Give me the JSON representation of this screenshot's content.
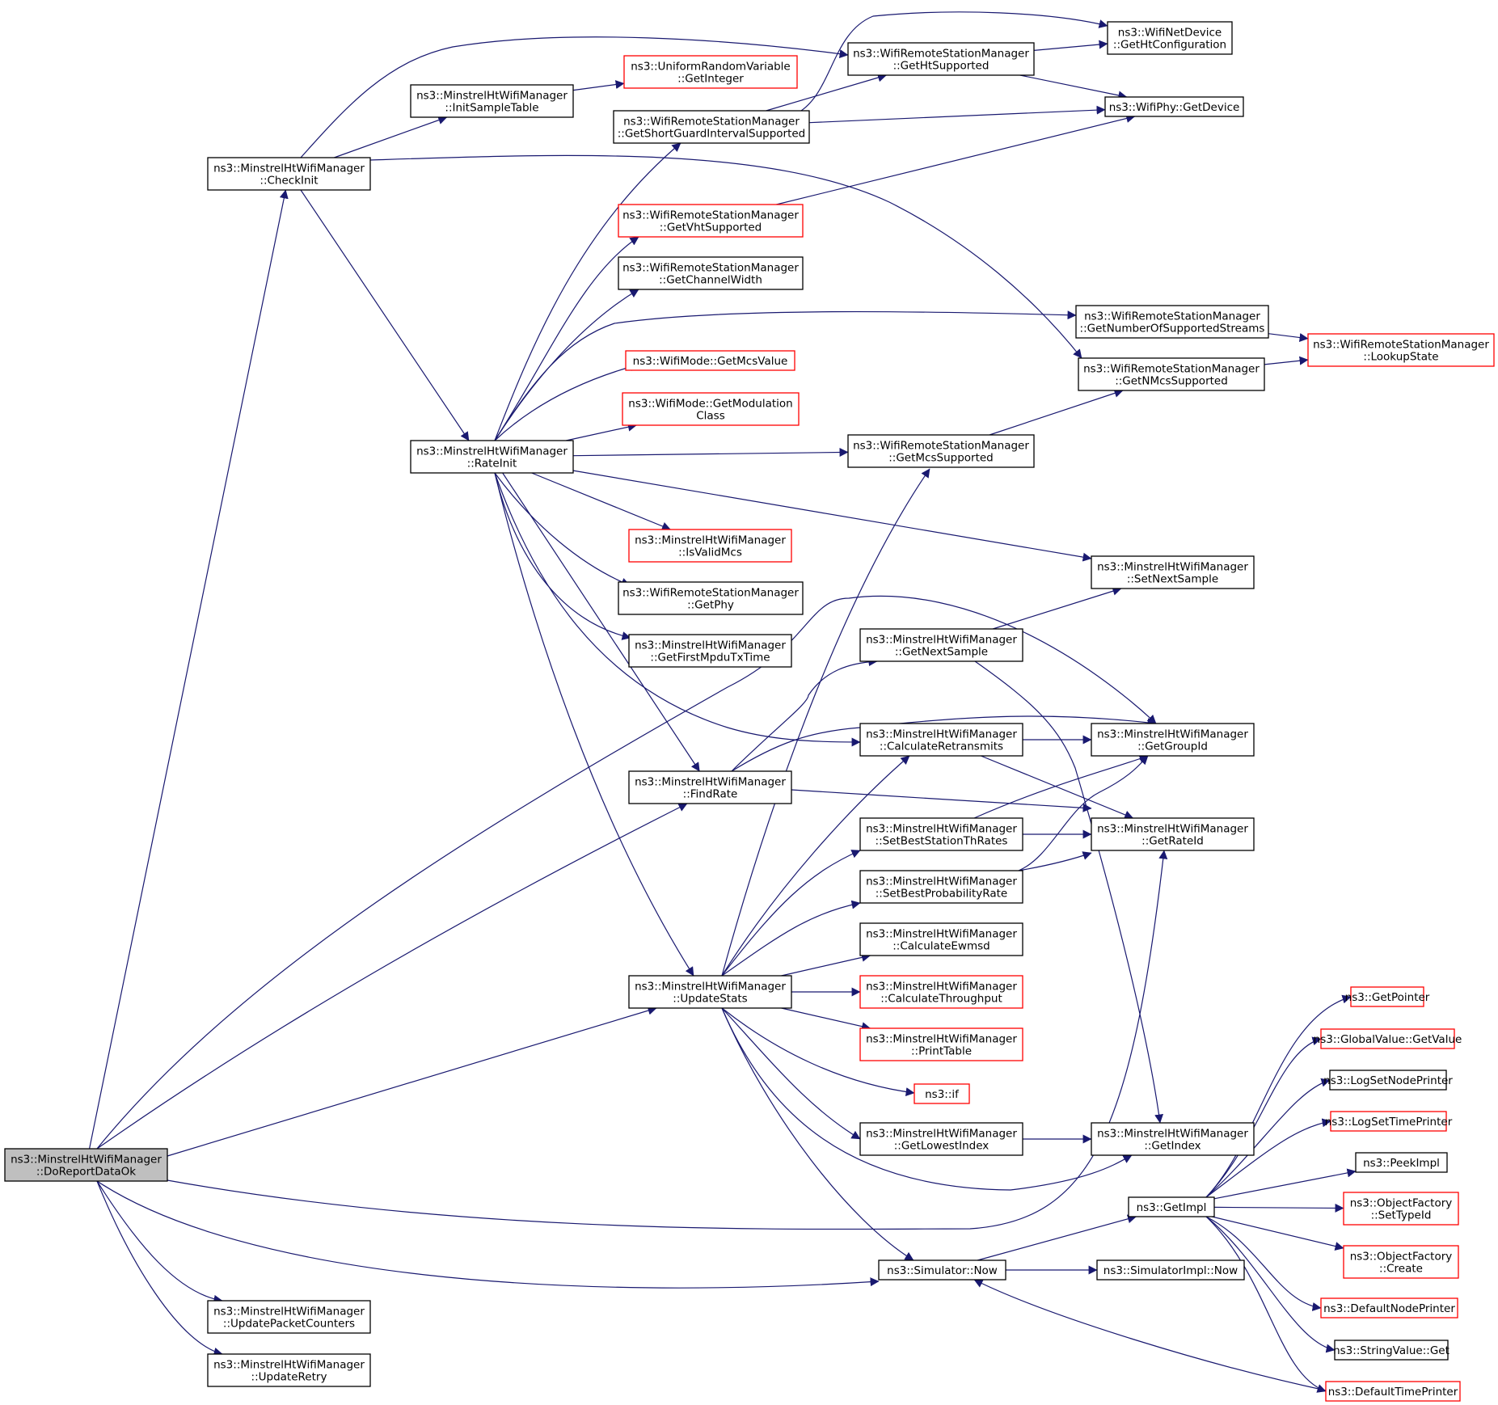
{
  "colors": {
    "edge": "#191970",
    "box_normal": "#000000",
    "box_truncated": "#ff0000",
    "root_fill": "#bfbfbf",
    "node_fill": "#ffffff"
  },
  "nodes": [
    {
      "id": "do_report_data_ok",
      "lines": [
        "ns3::MinstrelHtWifiManager",
        "::DoReportDataOk"
      ],
      "style": "root"
    },
    {
      "id": "check_init",
      "lines": [
        "ns3::MinstrelHtWifiManager",
        "::CheckInit"
      ],
      "style": "normal"
    },
    {
      "id": "init_sample_table",
      "lines": [
        "ns3::MinstrelHtWifiManager",
        "::InitSampleTable"
      ],
      "style": "normal"
    },
    {
      "id": "uniform_get_integer",
      "lines": [
        "ns3::UniformRandomVariable",
        "::GetInteger"
      ],
      "style": "truncated"
    },
    {
      "id": "get_ht_supported",
      "lines": [
        "ns3::WifiRemoteStationManager",
        "::GetHtSupported"
      ],
      "style": "normal"
    },
    {
      "id": "get_ht_configuration",
      "lines": [
        "ns3::WifiNetDevice",
        "::GetHtConfiguration"
      ],
      "style": "normal"
    },
    {
      "id": "wifiphy_get_device",
      "lines": [
        "ns3::WifiPhy::GetDevice"
      ],
      "style": "normal"
    },
    {
      "id": "get_sgi_supported",
      "lines": [
        "ns3::WifiRemoteStationManager",
        "::GetShortGuardIntervalSupported"
      ],
      "style": "normal"
    },
    {
      "id": "get_vht_supported",
      "lines": [
        "ns3::WifiRemoteStationManager",
        "::GetVhtSupported"
      ],
      "style": "truncated"
    },
    {
      "id": "get_channel_width",
      "lines": [
        "ns3::WifiRemoteStationManager",
        "::GetChannelWidth"
      ],
      "style": "normal"
    },
    {
      "id": "get_num_streams",
      "lines": [
        "ns3::WifiRemoteStationManager",
        "::GetNumberOfSupportedStreams"
      ],
      "style": "normal"
    },
    {
      "id": "lookup_state",
      "lines": [
        "ns3::WifiRemoteStationManager",
        "::LookupState"
      ],
      "style": "truncated"
    },
    {
      "id": "get_nmcs_supported",
      "lines": [
        "ns3::WifiRemoteStationManager",
        "::GetNMcsSupported"
      ],
      "style": "normal"
    },
    {
      "id": "get_mcs_value",
      "lines": [
        "ns3::WifiMode::GetMcsValue"
      ],
      "style": "truncated"
    },
    {
      "id": "get_modulation_class",
      "lines": [
        "ns3::WifiMode::GetModulation",
        "Class"
      ],
      "style": "truncated"
    },
    {
      "id": "rate_init",
      "lines": [
        "ns3::MinstrelHtWifiManager",
        "::RateInit"
      ],
      "style": "normal"
    },
    {
      "id": "get_mcs_supported",
      "lines": [
        "ns3::WifiRemoteStationManager",
        "::GetMcsSupported"
      ],
      "style": "normal"
    },
    {
      "id": "is_valid_mcs",
      "lines": [
        "ns3::MinstrelHtWifiManager",
        "::IsValidMcs"
      ],
      "style": "truncated"
    },
    {
      "id": "get_phy",
      "lines": [
        "ns3::WifiRemoteStationManager",
        "::GetPhy"
      ],
      "style": "normal"
    },
    {
      "id": "set_next_sample",
      "lines": [
        "ns3::MinstrelHtWifiManager",
        "::SetNextSample"
      ],
      "style": "normal"
    },
    {
      "id": "get_first_mpdu_tx_time",
      "lines": [
        "ns3::MinstrelHtWifiManager",
        "::GetFirstMpduTxTime"
      ],
      "style": "normal"
    },
    {
      "id": "get_next_sample",
      "lines": [
        "ns3::MinstrelHtWifiManager",
        "::GetNextSample"
      ],
      "style": "normal"
    },
    {
      "id": "calculate_retransmits",
      "lines": [
        "ns3::MinstrelHtWifiManager",
        "::CalculateRetransmits"
      ],
      "style": "normal"
    },
    {
      "id": "get_group_id",
      "lines": [
        "ns3::MinstrelHtWifiManager",
        "::GetGroupId"
      ],
      "style": "normal"
    },
    {
      "id": "find_rate",
      "lines": [
        "ns3::MinstrelHtWifiManager",
        "::FindRate"
      ],
      "style": "normal"
    },
    {
      "id": "set_best_station_th_rates",
      "lines": [
        "ns3::MinstrelHtWifiManager",
        "::SetBestStationThRates"
      ],
      "style": "normal"
    },
    {
      "id": "get_rate_id",
      "lines": [
        "ns3::MinstrelHtWifiManager",
        "::GetRateId"
      ],
      "style": "normal"
    },
    {
      "id": "set_best_probability_rate",
      "lines": [
        "ns3::MinstrelHtWifiManager",
        "::SetBestProbabilityRate"
      ],
      "style": "normal"
    },
    {
      "id": "calculate_ewmsd",
      "lines": [
        "ns3::MinstrelHtWifiManager",
        "::CalculateEwmsd"
      ],
      "style": "normal"
    },
    {
      "id": "update_stats",
      "lines": [
        "ns3::MinstrelHtWifiManager",
        "::UpdateStats"
      ],
      "style": "normal"
    },
    {
      "id": "calculate_throughput",
      "lines": [
        "ns3::MinstrelHtWifiManager",
        "::CalculateThroughput"
      ],
      "style": "truncated"
    },
    {
      "id": "print_table",
      "lines": [
        "ns3::MinstrelHtWifiManager",
        "::PrintTable"
      ],
      "style": "truncated"
    },
    {
      "id": "ns3_if",
      "lines": [
        "ns3::if"
      ],
      "style": "truncated"
    },
    {
      "id": "get_lowest_index",
      "lines": [
        "ns3::MinstrelHtWifiManager",
        "::GetLowestIndex"
      ],
      "style": "normal"
    },
    {
      "id": "get_index",
      "lines": [
        "ns3::MinstrelHtWifiManager",
        "::GetIndex"
      ],
      "style": "normal"
    },
    {
      "id": "get_impl",
      "lines": [
        "ns3::GetImpl"
      ],
      "style": "normal"
    },
    {
      "id": "simulator_now",
      "lines": [
        "ns3::Simulator::Now"
      ],
      "style": "normal"
    },
    {
      "id": "simulator_impl_now",
      "lines": [
        "ns3::SimulatorImpl::Now"
      ],
      "style": "normal"
    },
    {
      "id": "update_packet_counters",
      "lines": [
        "ns3::MinstrelHtWifiManager",
        "::UpdatePacketCounters"
      ],
      "style": "normal"
    },
    {
      "id": "update_retry",
      "lines": [
        "ns3::MinstrelHtWifiManager",
        "::UpdateRetry"
      ],
      "style": "normal"
    },
    {
      "id": "get_pointer",
      "lines": [
        "ns3::GetPointer"
      ],
      "style": "truncated"
    },
    {
      "id": "global_value_get_value",
      "lines": [
        "ns3::GlobalValue::GetValue"
      ],
      "style": "truncated"
    },
    {
      "id": "log_set_node_printer",
      "lines": [
        "ns3::LogSetNodePrinter"
      ],
      "style": "normal"
    },
    {
      "id": "log_set_time_printer",
      "lines": [
        "ns3::LogSetTimePrinter"
      ],
      "style": "truncated"
    },
    {
      "id": "peek_impl",
      "lines": [
        "ns3::PeekImpl"
      ],
      "style": "normal"
    },
    {
      "id": "object_factory_set_type_id",
      "lines": [
        "ns3::ObjectFactory",
        "::SetTypeId"
      ],
      "style": "truncated"
    },
    {
      "id": "object_factory_create",
      "lines": [
        "ns3::ObjectFactory",
        "::Create"
      ],
      "style": "truncated"
    },
    {
      "id": "default_node_printer",
      "lines": [
        "ns3::DefaultNodePrinter"
      ],
      "style": "truncated"
    },
    {
      "id": "string_value_get",
      "lines": [
        "ns3::StringValue::Get"
      ],
      "style": "normal"
    },
    {
      "id": "default_time_printer",
      "lines": [
        "ns3::DefaultTimePrinter"
      ],
      "style": "truncated"
    }
  ],
  "edges": [
    [
      "do_report_data_ok",
      "check_init"
    ],
    [
      "check_init",
      "init_sample_table"
    ],
    [
      "init_sample_table",
      "uniform_get_integer"
    ],
    [
      "check_init",
      "get_ht_supported"
    ],
    [
      "get_ht_supported",
      "get_ht_configuration"
    ],
    [
      "get_ht_supported",
      "wifiphy_get_device"
    ],
    [
      "check_init",
      "get_nmcs_supported"
    ],
    [
      "get_nmcs_supported",
      "lookup_state"
    ],
    [
      "check_init",
      "rate_init"
    ],
    [
      "rate_init",
      "get_sgi_supported"
    ],
    [
      "get_sgi_supported",
      "get_ht_configuration"
    ],
    [
      "get_sgi_supported",
      "get_ht_supported"
    ],
    [
      "get_sgi_supported",
      "wifiphy_get_device"
    ],
    [
      "rate_init",
      "get_vht_supported"
    ],
    [
      "get_vht_supported",
      "wifiphy_get_device"
    ],
    [
      "rate_init",
      "get_channel_width"
    ],
    [
      "rate_init",
      "get_num_streams"
    ],
    [
      "get_num_streams",
      "lookup_state"
    ],
    [
      "rate_init",
      "get_mcs_value"
    ],
    [
      "rate_init",
      "get_modulation_class"
    ],
    [
      "rate_init",
      "get_mcs_supported"
    ],
    [
      "get_mcs_supported",
      "get_nmcs_supported"
    ],
    [
      "rate_init",
      "is_valid_mcs"
    ],
    [
      "rate_init",
      "get_phy"
    ],
    [
      "rate_init",
      "set_next_sample"
    ],
    [
      "rate_init",
      "get_first_mpdu_tx_time"
    ],
    [
      "rate_init",
      "calculate_retransmits"
    ],
    [
      "rate_init",
      "find_rate"
    ],
    [
      "rate_init",
      "update_stats"
    ],
    [
      "calculate_retransmits",
      "get_group_id"
    ],
    [
      "calculate_retransmits",
      "get_rate_id"
    ],
    [
      "get_next_sample",
      "set_next_sample"
    ],
    [
      "get_next_sample",
      "get_index"
    ],
    [
      "find_rate",
      "get_next_sample"
    ],
    [
      "find_rate",
      "get_group_id"
    ],
    [
      "find_rate",
      "get_rate_id"
    ],
    [
      "set_best_station_th_rates",
      "get_group_id"
    ],
    [
      "set_best_station_th_rates",
      "get_rate_id"
    ],
    [
      "set_best_probability_rate",
      "get_group_id"
    ],
    [
      "set_best_probability_rate",
      "get_rate_id"
    ],
    [
      "update_stats",
      "get_mcs_supported"
    ],
    [
      "update_stats",
      "calculate_retransmits"
    ],
    [
      "update_stats",
      "set_best_station_th_rates"
    ],
    [
      "update_stats",
      "set_best_probability_rate"
    ],
    [
      "update_stats",
      "calculate_ewmsd"
    ],
    [
      "update_stats",
      "calculate_throughput"
    ],
    [
      "update_stats",
      "print_table"
    ],
    [
      "update_stats",
      "ns3_if"
    ],
    [
      "update_stats",
      "get_lowest_index"
    ],
    [
      "update_stats",
      "get_index"
    ],
    [
      "update_stats",
      "simulator_now"
    ],
    [
      "get_lowest_index",
      "get_index"
    ],
    [
      "do_report_data_ok",
      "get_group_id"
    ],
    [
      "do_report_data_ok",
      "find_rate"
    ],
    [
      "do_report_data_ok",
      "update_stats"
    ],
    [
      "do_report_data_ok",
      "get_rate_id"
    ],
    [
      "do_report_data_ok",
      "simulator_now"
    ],
    [
      "do_report_data_ok",
      "update_packet_counters"
    ],
    [
      "do_report_data_ok",
      "update_retry"
    ],
    [
      "simulator_now",
      "get_impl"
    ],
    [
      "simulator_now",
      "simulator_impl_now"
    ],
    [
      "get_impl",
      "get_pointer"
    ],
    [
      "get_impl",
      "global_value_get_value"
    ],
    [
      "get_impl",
      "log_set_node_printer"
    ],
    [
      "get_impl",
      "log_set_time_printer"
    ],
    [
      "get_impl",
      "peek_impl"
    ],
    [
      "get_impl",
      "object_factory_set_type_id"
    ],
    [
      "get_impl",
      "object_factory_create"
    ],
    [
      "get_impl",
      "default_node_printer"
    ],
    [
      "get_impl",
      "string_value_get"
    ],
    [
      "get_impl",
      "default_time_printer"
    ],
    [
      "default_time_printer",
      "simulator_now"
    ]
  ]
}
